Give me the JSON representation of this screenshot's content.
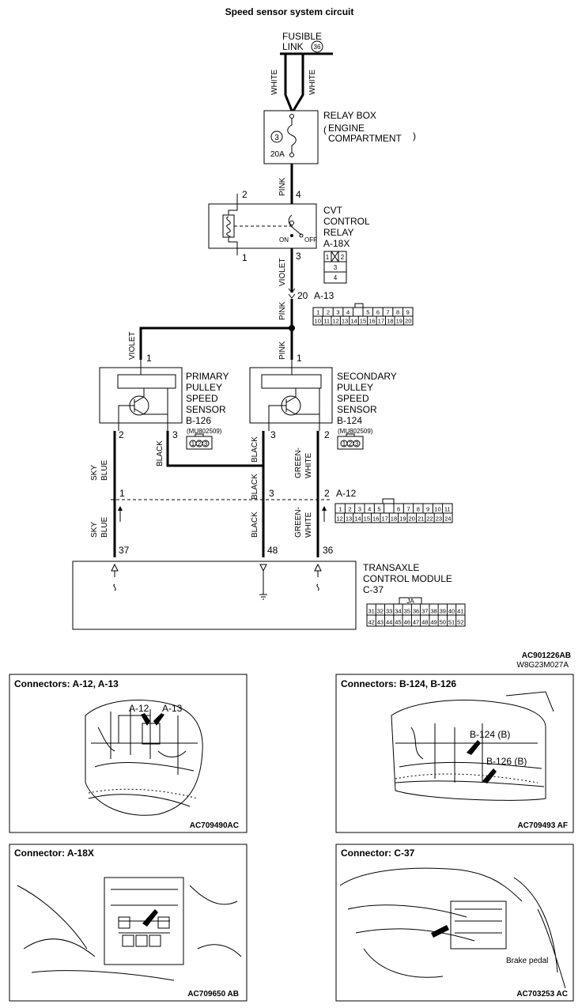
{
  "title": "Speed sensor system circuit",
  "fusible_link": {
    "label1": "FUSIBLE",
    "label2": "LINK",
    "num": "36"
  },
  "relay_box": {
    "l1": "RELAY BOX",
    "l2": "ENGINE",
    "l3": "COMPARTMENT",
    "fuse_no": "3",
    "fuse_amp": "20A"
  },
  "cvt_relay": {
    "l1": "CVT",
    "l2": "CONTROL",
    "l3": "RELAY",
    "connector": "A-18X",
    "on": "ON",
    "off": "OFF",
    "pins": {
      "p1": "1",
      "p2": "2",
      "p3": "3",
      "p4": "4"
    },
    "diagram_pins": [
      "1",
      "2",
      "3",
      "4"
    ]
  },
  "primary_sensor": {
    "l1": "PRIMARY",
    "l2": "PULLEY",
    "l3": "SPEED",
    "l4": "SENSOR",
    "connector": "B-126",
    "part": "(MU802509)",
    "pins": {
      "p1": "1",
      "p2": "2",
      "p3": "3"
    },
    "cpins": [
      "1",
      "2",
      "3"
    ]
  },
  "secondary_sensor": {
    "l1": "SECONDARY",
    "l2": "PULLEY",
    "l3": "SPEED",
    "l4": "SENSOR",
    "connector": "B-124",
    "part": "(MU802509)",
    "pins": {
      "p1": "1",
      "p2": "2",
      "p3": "3"
    },
    "cpins": [
      "1",
      "2",
      "3"
    ]
  },
  "wires": {
    "white1": "WHITE",
    "white2": "WHITE",
    "pink1": "PINK",
    "violet1": "VIOLET",
    "pink2": "PINK",
    "violet2": "VIOLET",
    "pink3": "PINK",
    "sky1a": "SKY",
    "sky1b": "BLUE",
    "black1": "BLACK",
    "black2": "BLACK",
    "gw1a": "GREEN-",
    "gw1b": "WHITE",
    "black3": "BLACK",
    "sky2a": "SKY",
    "sky2b": "BLUE",
    "black4": "BLACK",
    "gw2a": "GREEN-",
    "gw2b": "WHITE"
  },
  "a13": {
    "pin": "20",
    "name": "A-13",
    "row1": [
      "1",
      "2",
      "3",
      "4",
      "",
      "5",
      "6",
      "7",
      "8",
      "9"
    ],
    "row2": [
      "10",
      "11",
      "12",
      "13",
      "14",
      "15",
      "16",
      "17",
      "18",
      "19",
      "20"
    ]
  },
  "a12": {
    "p1": "1",
    "p3": "3",
    "p2": "2",
    "name": "A-12",
    "row1": [
      "1",
      "2",
      "3",
      "4",
      "5",
      "",
      "6",
      "7",
      "8",
      "9",
      "10",
      "11"
    ],
    "row2": [
      "12",
      "13",
      "14",
      "15",
      "16",
      "17",
      "18",
      "19",
      "20",
      "21",
      "22",
      "23",
      "24"
    ]
  },
  "tcm": {
    "l1": "TRANSAXLE",
    "l2": "CONTROL MODULE",
    "connector": "C-37",
    "p37": "37",
    "p48": "48",
    "p36": "36",
    "jack": "JA",
    "row1": [
      "31",
      "32",
      "33",
      "34",
      "35",
      "36",
      "37",
      "38",
      "39",
      "40",
      "41"
    ],
    "row2": [
      "42",
      "43",
      "44",
      "45",
      "46",
      "47",
      "48",
      "49",
      "50",
      "51",
      "52"
    ]
  },
  "ref1": "AC901226AB",
  "ref2": "W8G23M027A",
  "panels": {
    "p1": {
      "title": "Connectors: A-12, A-13",
      "code": "AC709490AC",
      "c1": "A-12",
      "c2": "A-13"
    },
    "p2": {
      "title": "Connectors: B-124, B-126",
      "code": "AC709493 AF",
      "c1": "B-124 (B)",
      "c2": "B-126 (B)"
    },
    "p3": {
      "title": "Connector: A-18X",
      "code": "AC709650 AB"
    },
    "p4": {
      "title": "Connector: C-37",
      "code": "AC703253 AC",
      "c1": "Brake pedal"
    }
  }
}
